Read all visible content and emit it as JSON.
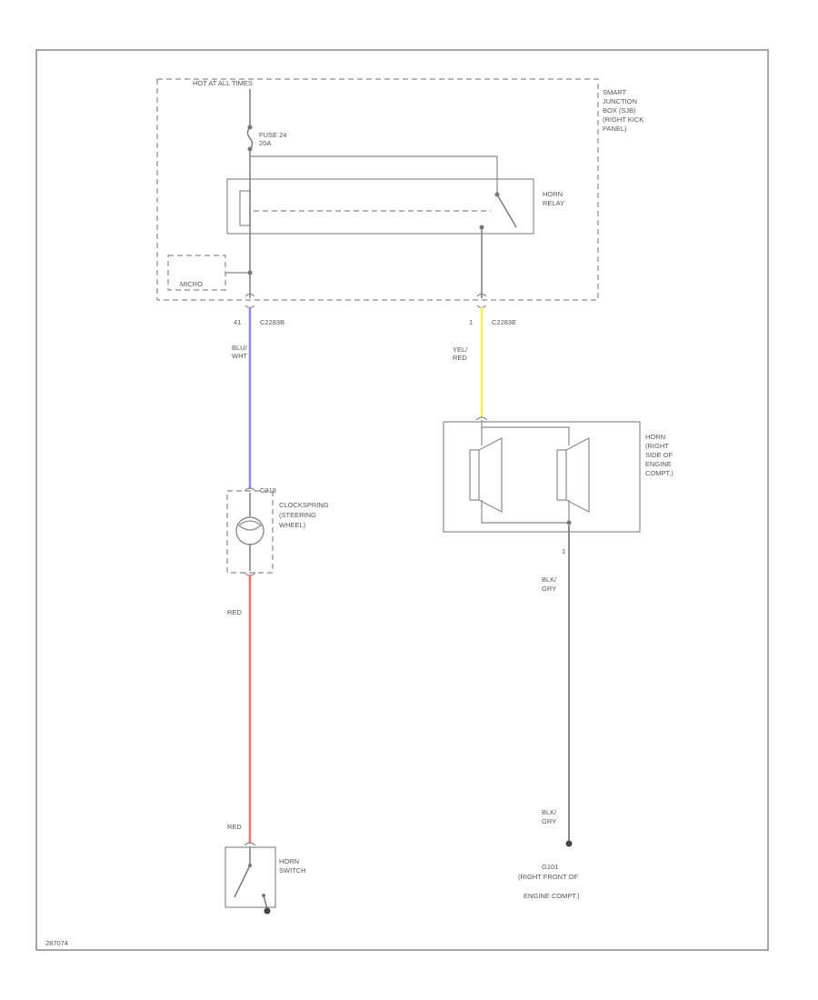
{
  "labels": {
    "hot_at_all_times": "HOT AT ALL TIMES",
    "sjb_1": "SMART",
    "sjb_2": "JUNCTION",
    "sjb_3": "BOX (SJB)",
    "sjb_4": "(RIGHT KICK",
    "sjb_5": "PANEL)",
    "fuse_1": "FUSE 24",
    "fuse_2": "20A",
    "horn_relay_1": "HORN",
    "horn_relay_2": "RELAY",
    "micro": "MICRO",
    "pin_left": "41",
    "conn_left": "C2283B",
    "pin_right": "1",
    "conn_right": "C2283E",
    "wire_blu_wht_1": "BLU/",
    "wire_blu_wht_2": "WHT",
    "wire_yel_red_1": "YEL/",
    "wire_yel_red_2": "RED",
    "cs_conn": "C218",
    "cs_1": "CLOCKSPRING",
    "cs_2": "(STEERING",
    "cs_3": "WHEEL)",
    "horn_1": "HORN",
    "horn_2": "(RIGHT",
    "horn_3": "SIDE OF",
    "horn_4": "ENGINE",
    "horn_5": "COMPT.)",
    "horn_pin": "1",
    "wire_blk_gry_1": "BLK/",
    "wire_blk_gry_2": "GRY",
    "wire_red_top": "RED",
    "wire_red_bottom": "RED",
    "wire_blk_gry_b1": "BLK/",
    "wire_blk_gry_b2": "GRY",
    "horn_switch_1": "HORN",
    "horn_switch_2": "SWITCH",
    "ground_1": "G101",
    "ground_2": "(RIGHT FRONT OF",
    "ground_3": "ENGINE COMPT.)",
    "figure_id": "287074"
  },
  "colors": {
    "wire_blue": "#8a8af5",
    "wire_red": "#f07070",
    "wire_yellow": "#f0f060",
    "wire_gray": "#8a8a8a"
  }
}
